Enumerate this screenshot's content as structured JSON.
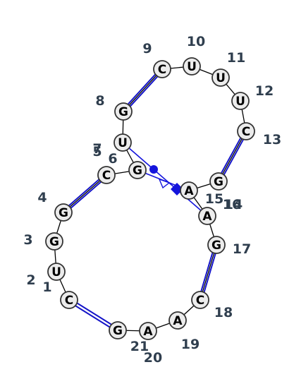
{
  "colors": {
    "pair": "#1414c8",
    "noncanonical": "#1414dc",
    "nucleotide_fill": "#ececec",
    "label": "#2f3e4e"
  },
  "nucleotides": [
    {
      "id": 1,
      "base": "C"
    },
    {
      "id": 2,
      "base": "U"
    },
    {
      "id": 3,
      "base": "G"
    },
    {
      "id": 4,
      "base": "G"
    },
    {
      "id": 5,
      "base": "C"
    },
    {
      "id": 6,
      "base": "G"
    },
    {
      "id": 7,
      "base": "U"
    },
    {
      "id": 8,
      "base": "G"
    },
    {
      "id": 9,
      "base": "C"
    },
    {
      "id": 10,
      "base": "U"
    },
    {
      "id": 11,
      "base": "U"
    },
    {
      "id": 12,
      "base": "U"
    },
    {
      "id": 13,
      "base": "C"
    },
    {
      "id": 14,
      "base": "G"
    },
    {
      "id": 15,
      "base": "A"
    },
    {
      "id": 16,
      "base": "A"
    },
    {
      "id": 17,
      "base": "G"
    },
    {
      "id": 18,
      "base": "C"
    },
    {
      "id": 19,
      "base": "A"
    },
    {
      "id": 20,
      "base": "A"
    },
    {
      "id": 21,
      "base": "G"
    }
  ],
  "index_labels": [
    {
      "for": 1,
      "text": "1"
    },
    {
      "for": 2,
      "text": "2"
    },
    {
      "for": 3,
      "text": "3"
    },
    {
      "for": 4,
      "text": "4"
    },
    {
      "for": 5,
      "text": "5"
    },
    {
      "for": 6,
      "text": "6"
    },
    {
      "for": 7,
      "text": "7"
    },
    {
      "for": 8,
      "text": "8"
    },
    {
      "for": 9,
      "text": "9"
    },
    {
      "for": 10,
      "text": "10"
    },
    {
      "for": 11,
      "text": "11"
    },
    {
      "for": 12,
      "text": "12"
    },
    {
      "for": 13,
      "text": "13"
    },
    {
      "for": 14,
      "text": "14"
    },
    {
      "for": 15,
      "text": "15"
    },
    {
      "for": 16,
      "text": "16"
    },
    {
      "for": 17,
      "text": "17"
    },
    {
      "for": 18,
      "text": "18"
    },
    {
      "for": 19,
      "text": "19"
    },
    {
      "for": 20,
      "text": "20"
    },
    {
      "for": 21,
      "text": "21"
    }
  ],
  "base_pairs": [
    {
      "a": 1,
      "b": 21,
      "type": "canonical"
    },
    {
      "a": 4,
      "b": 5,
      "type": "canonical"
    },
    {
      "a": 8,
      "b": 9,
      "type": "canonical"
    },
    {
      "a": 13,
      "b": 14,
      "type": "canonical"
    },
    {
      "a": 17,
      "b": 18,
      "type": "canonical"
    },
    {
      "a": 6,
      "b": 15,
      "type": "noncanonical"
    },
    {
      "a": 7,
      "b": 16,
      "type": "noncanonical"
    }
  ]
}
